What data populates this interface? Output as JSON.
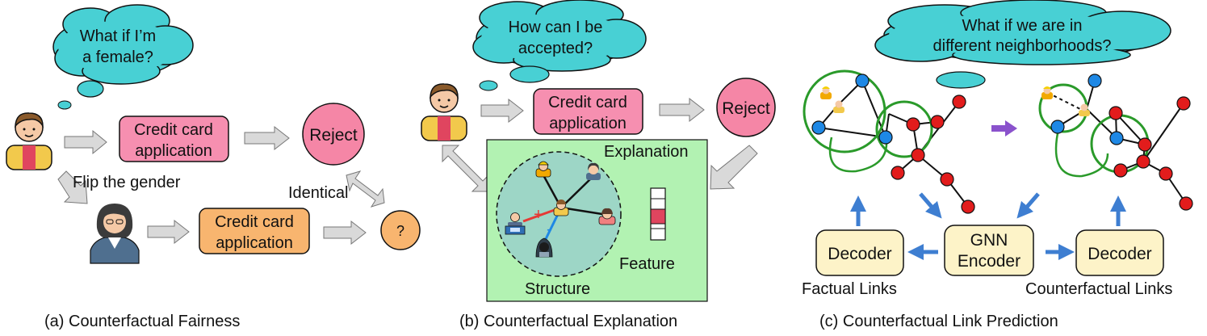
{
  "colors": {
    "cloud": "#48d0d4",
    "pink_box": "#f68fb0",
    "orange_box": "#f8b56f",
    "reject_circle": "#f586a6",
    "question_circle": "#f8b56f",
    "explanation_bg": "#b2f2b2",
    "structure_circle": "#9dd6c6",
    "node_blue": "#1e88e5",
    "node_red": "#e21c1c",
    "neighborhood_ring": "#2a9a2a",
    "decoder_box": "#fdf3c8",
    "gray_arrow": "#d9d9d9",
    "blue_arrow": "#3e7ed1",
    "purple_arrow": "#8a52cc"
  },
  "panel_a": {
    "thought": [
      "What if I’m",
      "a female?"
    ],
    "application_top": [
      "Credit card",
      "application"
    ],
    "reject": "Reject",
    "flip_label": "Flip the gender",
    "identical_label": "Identical",
    "application_bottom": [
      "Credit card",
      "application"
    ],
    "question": "?",
    "caption": "(a) Counterfactual Fairness"
  },
  "panel_b": {
    "thought": [
      "How can I be",
      "accepted?"
    ],
    "application": [
      "Credit card",
      "application"
    ],
    "reject": "Reject",
    "explanation_label": "Explanation",
    "feature_label": "Feature",
    "structure_label": "Structure",
    "plus": "+",
    "minus": "-",
    "caption": "(b) Counterfactual Explanation"
  },
  "panel_c": {
    "thought": [
      "What if we are in",
      "different neighborhoods?"
    ],
    "gnn_encoder": [
      "GNN",
      "Encoder"
    ],
    "decoder_left": "Decoder",
    "decoder_right": "Decoder",
    "factual_label": "Factual Links",
    "counterfactual_label": "Counterfactual Links",
    "caption": "(c) Counterfactual Link Prediction"
  }
}
